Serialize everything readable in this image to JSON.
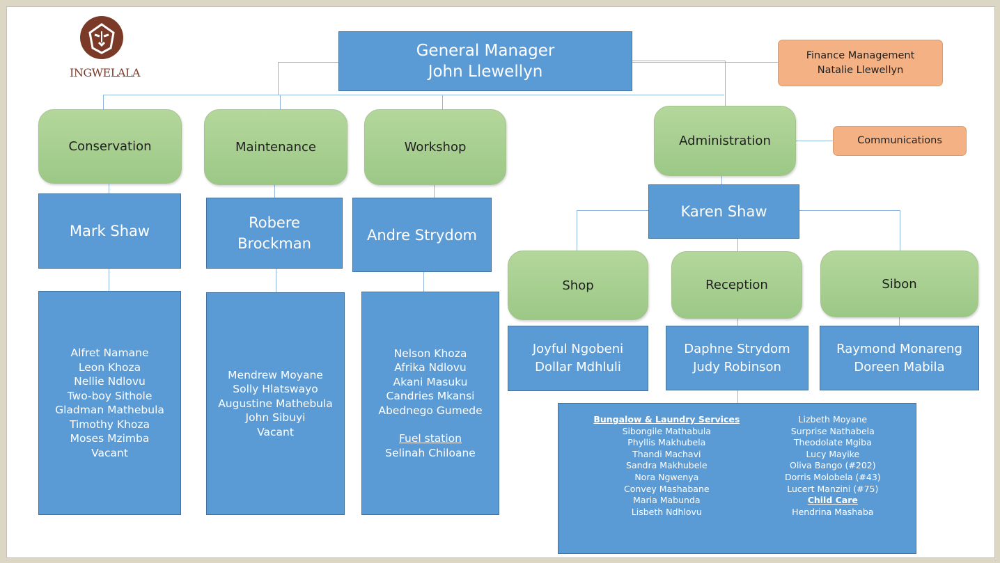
{
  "logo": {
    "text": "INGWELALA",
    "icon": "lion-face-icon",
    "color": "#7b3a28"
  },
  "colors": {
    "box_blue": "#5b9bd5",
    "box_green": "#a9d18e",
    "box_orange": "#f4b183",
    "line": "#8fb4de"
  },
  "gm": {
    "line1": "General Manager",
    "line2": "John Llewellyn"
  },
  "finance": {
    "line1": "Finance Management",
    "line2": "Natalie Llewellyn"
  },
  "communications": "Communications",
  "departments": {
    "conservation": {
      "title": "Conservation",
      "head": "Mark Shaw",
      "staff": [
        "Alfret Namane",
        "Leon Khoza",
        "Nellie Ndlovu",
        "Two-boy Sithole",
        "Gladman Mathebula",
        "Timothy Khoza",
        "Moses Mzimba",
        "Vacant"
      ]
    },
    "maintenance": {
      "title": "Maintenance",
      "head": [
        "Robere",
        "Brockman"
      ],
      "staff": [
        "Mendrew Moyane",
        "Solly Hlatswayo",
        "Augustine Mathebula",
        "John Sibuyi",
        "Vacant"
      ]
    },
    "workshop": {
      "title": "Workshop",
      "head": "Andre Strydom",
      "staff": [
        "Nelson Khoza",
        "Afrika Ndlovu",
        "Akani Masuku",
        "Candries Mkansi",
        "Abednego Gumede"
      ],
      "fuel_title": "Fuel station",
      "fuel_staff": "Selinah Chiloane"
    },
    "administration": {
      "title": "Administration",
      "head": "Karen Shaw"
    }
  },
  "admin_units": {
    "shop": {
      "title": "Shop",
      "staff": [
        "Joyful Ngobeni",
        "Dollar Mdhluli"
      ]
    },
    "reception": {
      "title": "Reception",
      "staff": [
        "Daphne Strydom",
        "Judy Robinson"
      ]
    },
    "sibon": {
      "title": "Sibon",
      "staff": [
        "Raymond Monareng",
        "Doreen Mabila"
      ]
    }
  },
  "bungalow": {
    "title": "Bungalow & Laundry Services",
    "col1": [
      "Sibongile Mathabula",
      "Phyllis Makhubela",
      "Thandi Machavi",
      "Sandra Makhubele",
      "Nora Ngwenya",
      "Convey Mashabane",
      "Maria Mabunda",
      "Lisbeth Ndhlovu"
    ],
    "col2": [
      "Lizbeth Moyane",
      "Surprise Nathabela",
      "Theodolate Mgiba",
      "Lucy Mayike",
      "Oliva Bango (#202)",
      "Dorris Molobela (#43)",
      "Lucert Manzini (#75)"
    ],
    "childcare_title": "Child Care",
    "childcare_staff": "Hendrina Mashaba"
  }
}
